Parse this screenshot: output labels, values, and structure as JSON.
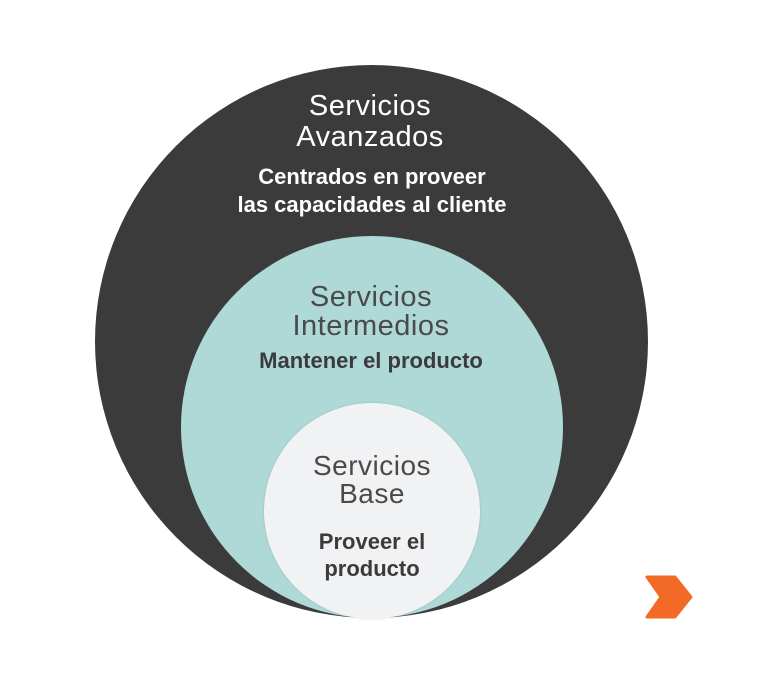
{
  "colors": {
    "outer": "#3b3b3b",
    "middle": "#aed9d7",
    "inner": "#f1f2f4",
    "accent": "#f26a26"
  },
  "rings": {
    "outer": {
      "title_lines": [
        "Servicios",
        "Avanzados"
      ],
      "subtitle_lines": [
        "Centrados en proveer",
        "las capacidades al cliente"
      ]
    },
    "middle": {
      "title_lines": [
        "Servicios",
        "Intermedios"
      ],
      "subtitle_lines": [
        "Mantener el producto"
      ]
    },
    "inner": {
      "title_lines": [
        "Servicios",
        "Base"
      ],
      "subtitle_lines": [
        "Proveer el",
        "producto"
      ]
    }
  },
  "next_icon": "chevron-right-icon"
}
